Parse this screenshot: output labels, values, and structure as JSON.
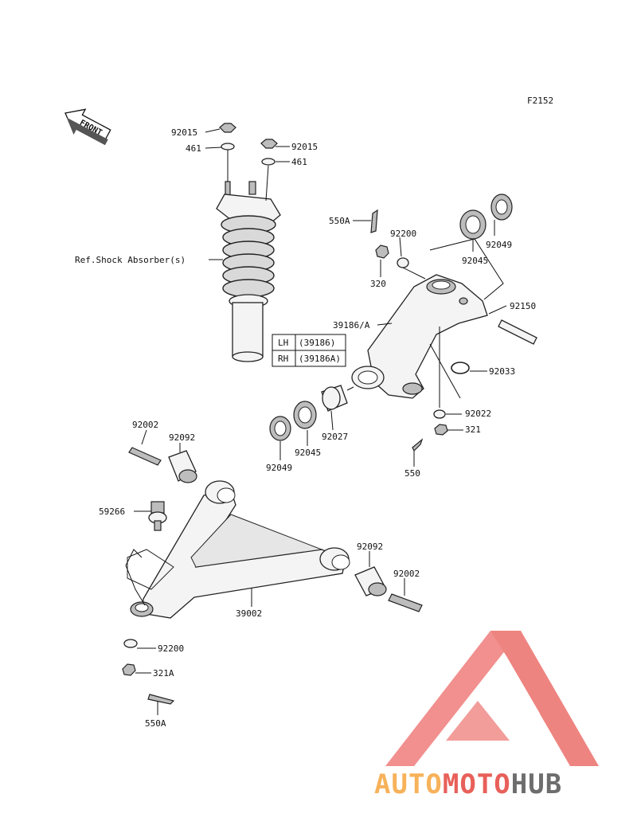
{
  "diagram": {
    "ref_code": "F2152",
    "front_label": "FRONT",
    "labels": {
      "p92015_a": "92015",
      "p461_a": "461",
      "p92015_b": "92015",
      "p461_b": "461",
      "p550A_top": "550A",
      "p92200_top": "92200",
      "p320": "320",
      "p92049_r": "92049",
      "p92045_r": "92045",
      "p92150": "92150",
      "shock_ref": "Ref.Shock Absorber(s)",
      "p39186A": "39186/A",
      "p92033": "92033",
      "p92022": "92022",
      "p321": "321",
      "p550": "550",
      "p92027": "92027",
      "p92045_l": "92045",
      "p92049_l": "92049",
      "p92002_tl": "92002",
      "p92092_tl": "92092",
      "p59266": "59266",
      "p92092_r": "92092",
      "p92002_r": "92002",
      "p39002": "39002",
      "p92200_bot": "92200",
      "p321A": "321A",
      "p550A_bot": "550A"
    },
    "side_table": {
      "rows": [
        {
          "side": "LH",
          "part": "(39186)"
        },
        {
          "side": "RH",
          "part": "(39186A)"
        }
      ]
    }
  },
  "watermark": {
    "part1": "AUTO",
    "part2": "MOTO",
    "part3": "HUB",
    "colors": {
      "orange": "#f7b25a",
      "red": "#e8605a",
      "gray": "#6d6d6d",
      "logo": "#ec6f6b"
    }
  }
}
